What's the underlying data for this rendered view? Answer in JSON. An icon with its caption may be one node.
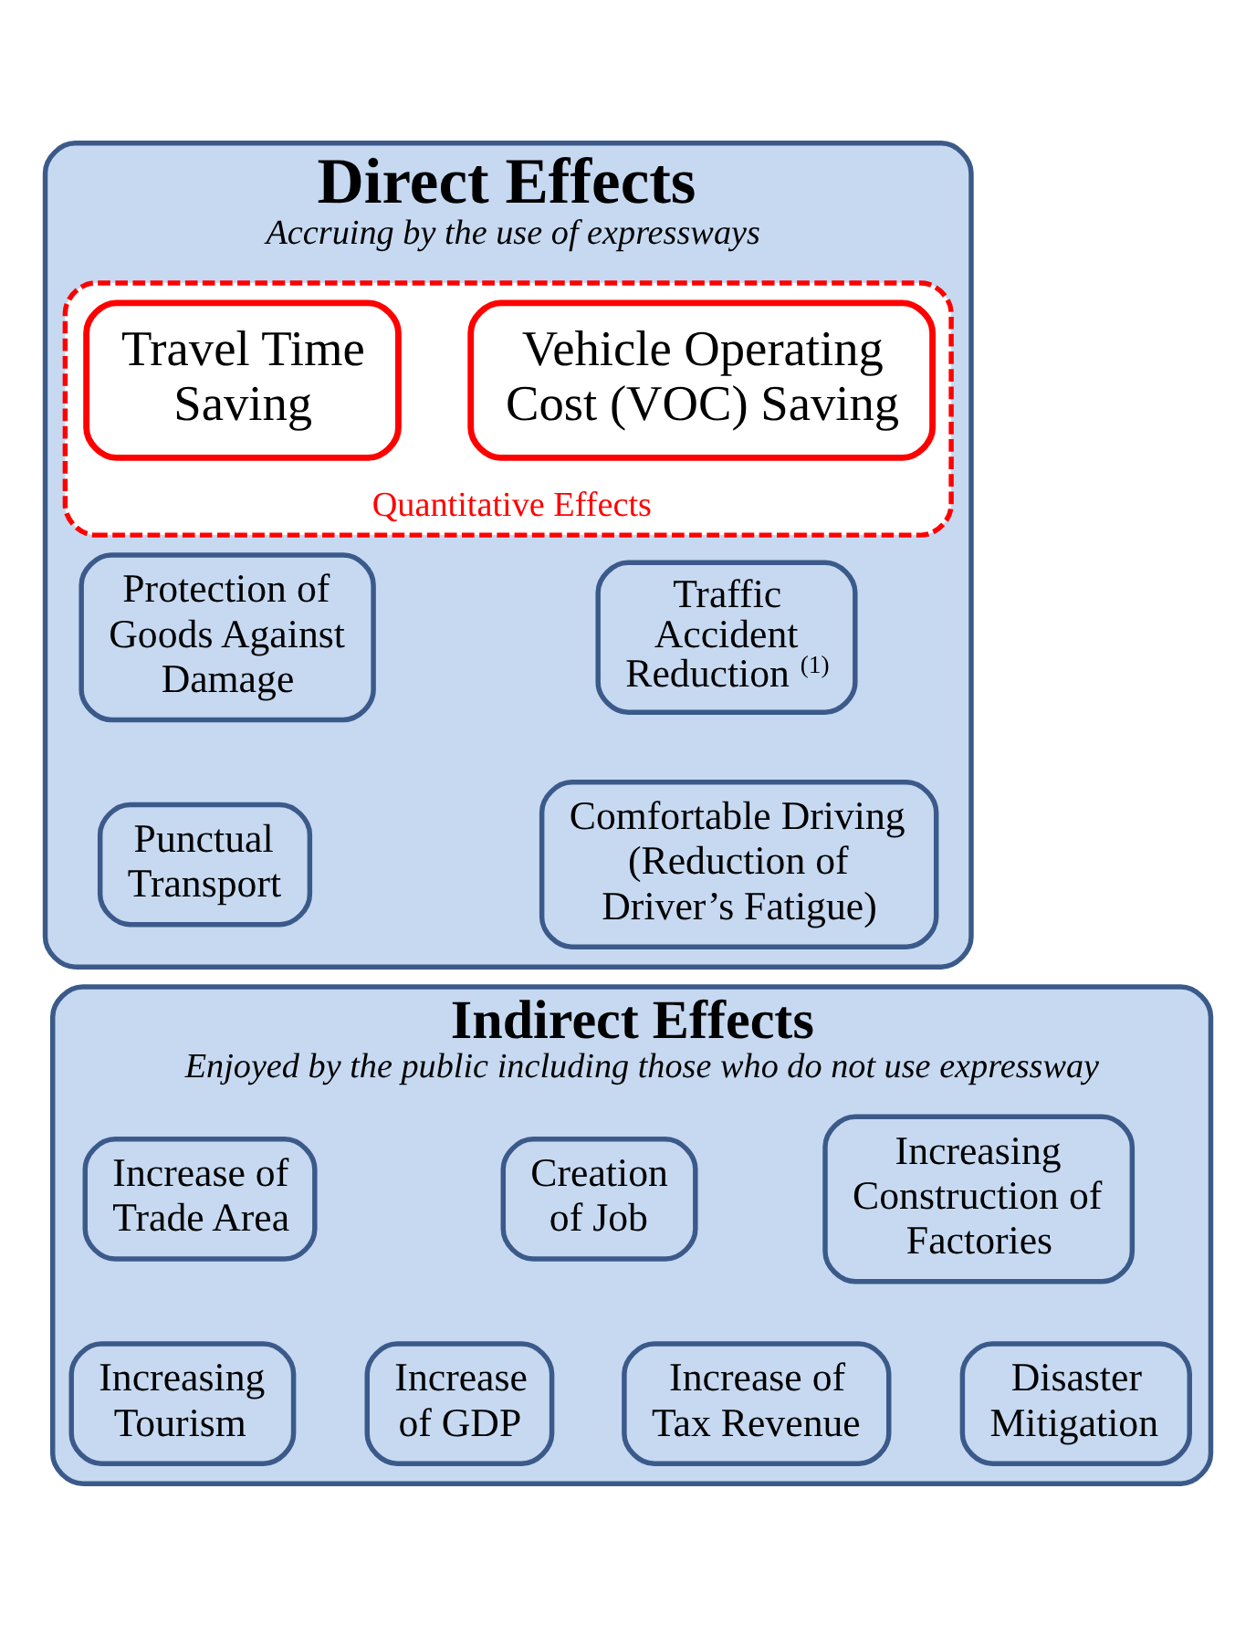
{
  "diagram": {
    "nodes": [
      {
        "text": [
          "Direct Effects",
          "Accruing by the use of expressways"
        ]
      },
      {
        "text": [
          "Quantitative Effects"
        ],
        "in": 0
      },
      {
        "text": [
          "Travel Time Saving"
        ],
        "in": 1
      },
      {
        "text": [
          "Vehicle Operating Cost (VOC) Saving"
        ],
        "in": 1
      },
      {
        "text": [
          "Protection of Goods Against Damage"
        ],
        "in": 0
      },
      {
        "text": [
          "Traffic Accident Reduction $^{(1)}$"
        ],
        "in": 0
      },
      {
        "text": [
          "Punctual Transport"
        ],
        "in": 0
      },
      {
        "text": [
          "Comfortable Driving (Reduction of Driver’s Fatigue)"
        ],
        "in": 0
      },
      {
        "text": [
          "Indirect Effects",
          "Enjoyed by the public including those who do not use expressway"
        ]
      },
      {
        "text": [
          "Increase of Trade Area"
        ],
        "in": 8
      },
      {
        "text": [
          "Creation of Job"
        ],
        "in": 8
      },
      {
        "text": [
          "Increasing Construction of Factories"
        ],
        "in": 8
      },
      {
        "text": [
          "Increasing Tourism"
        ],
        "in": 8
      },
      {
        "text": [
          "Increase of Tax Revenue"
        ],
        "in": 8
      },
      {
        "text": [
          "Increase of GDP"
        ],
        "in": 8
      },
      {
        "text": [
          "Disaster Mitigation"
        ],
        "in": 8
      }
    ],
    "edges": []
  }
}
